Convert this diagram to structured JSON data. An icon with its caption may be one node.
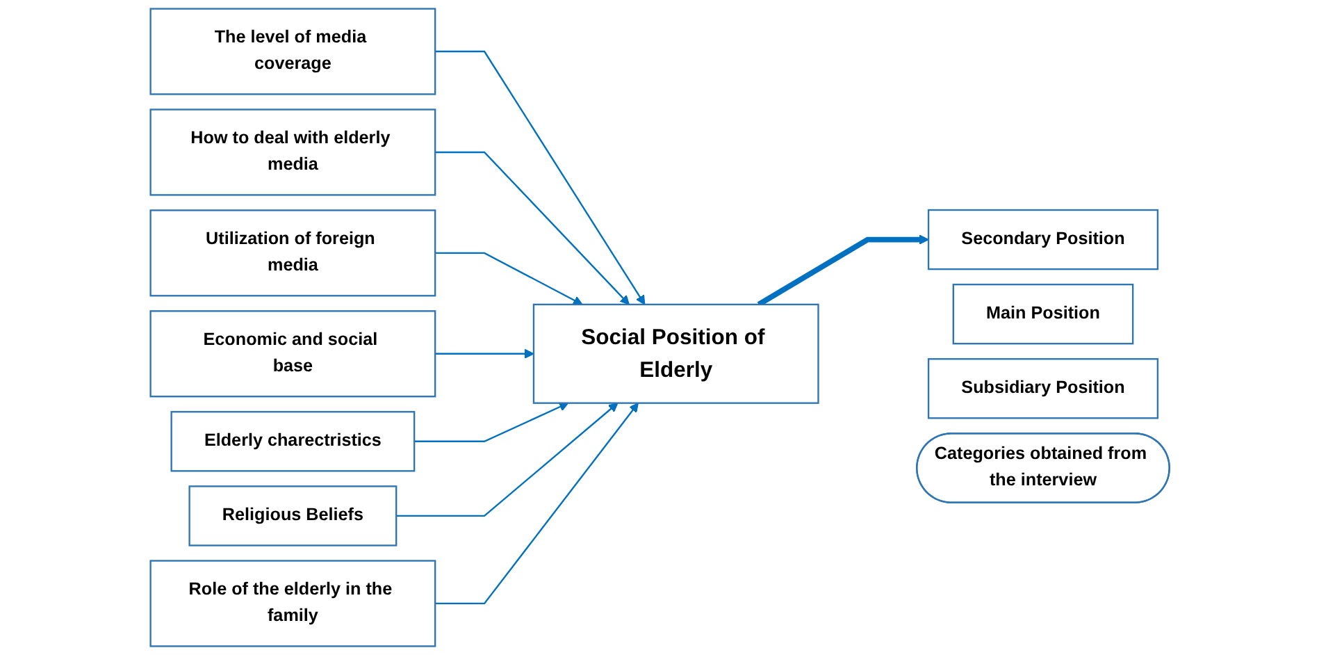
{
  "diagram": {
    "nodes": [
      {
        "text": [
          "The level of media coverage"
        ]
      },
      {
        "text": [
          "How to deal with elderly media"
        ]
      },
      {
        "text": [
          "Utilization of foreign media"
        ]
      },
      {
        "text": [
          "Economic and social base"
        ]
      },
      {
        "text": [
          "Elderly charectristics"
        ]
      },
      {
        "text": [
          "Religious Beliefs"
        ]
      },
      {
        "text": [
          "Role of the elderly in the family"
        ]
      },
      {
        "text": [
          "Categories obtained from the interview"
        ]
      },
      {
        "text": [
          "Social Position of Elderly"
        ]
      },
      {
        "text": [
          "Main Position"
        ]
      },
      {
        "text": [
          "Secondary Position"
        ]
      },
      {
        "text": [
          "Subsidiary Position"
        ]
      }
    ],
    "edges": [
      {
        "from": 0,
        "to": 8,
        "arrow": "to"
      },
      {
        "from": 1,
        "to": 8,
        "arrow": "to"
      },
      {
        "from": 2,
        "to": 8,
        "arrow": "to"
      },
      {
        "from": 3,
        "to": 8,
        "arrow": "to"
      },
      {
        "from": 4,
        "to": 8,
        "arrow": "to"
      },
      {
        "from": 5,
        "to": 8,
        "arrow": "to"
      },
      {
        "from": 6,
        "to": 8,
        "arrow": "to"
      },
      {
        "from": 8,
        "to": 10,
        "arrow": "to",
        "style": "thick"
      }
    ]
  }
}
